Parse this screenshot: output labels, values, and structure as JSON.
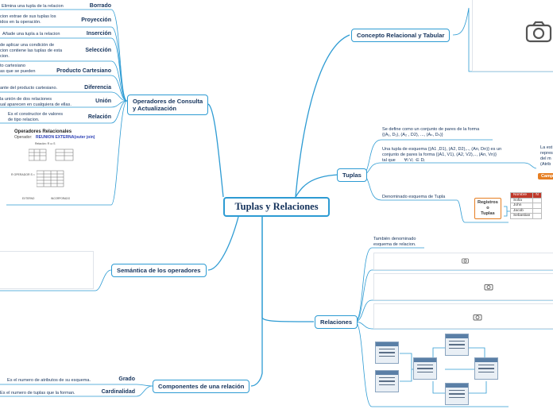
{
  "central": {
    "title": "Tuplas y Relaciones"
  },
  "right": {
    "concepto": {
      "label": "Concepto Relacional y Tabular",
      "image_icon": "camera-icon"
    },
    "tuplas": {
      "label": "Tuplas",
      "def1": "Se define como un conjunto de pares de la forma\n{(A₁, D₁), (A₂ , D2), ..., (Aₙ, Dₙ)}",
      "def2": "Una tupla de esquema {(A1 ,D1), (A2, D2),.., (An, Dn)} es un\nconjunto de pares la forma {(A1, V1), (A2, V2),.., (An, Vn)}\ntal que       ∀i Vᵢ  ∈ Dᵢ",
      "def3": "Denominado esquema de Tupla",
      "side_note": "La est\nrepres\ndel m\n(Atrib",
      "campo": "Camp",
      "registros": "Registros\no\nTuplas",
      "table": {
        "header": [
          "Nombre",
          "N"
        ],
        "rows": [
          [
            "Sofia",
            ""
          ],
          [
            "John",
            ""
          ],
          [
            "Jacob",
            ""
          ],
          [
            "Sebastian",
            ""
          ]
        ]
      }
    },
    "relaciones": {
      "label": "Relaciones",
      "note": "También denominado\nesquema de relacion."
    }
  },
  "left": {
    "operadores": {
      "label": "Operadores de Consulta\ny Actualización",
      "items": [
        {
          "name": "Borrado",
          "desc": "Elimina una tupla de la relacion"
        },
        {
          "name": "Proyección",
          "desc": "cion extrae de sus tuplas los\nidos en la operación."
        },
        {
          "name": "Inserción",
          "desc": "Añade una tupla a la relacion"
        },
        {
          "name": "Selección",
          "desc": "de aplicar una condición de\ncion contiene las tuplas de esta\ncion."
        },
        {
          "name": "Producto Cartesiano",
          "desc": "to cartesiano\nas que se pueden"
        },
        {
          "name": "Diferencia",
          "desc": "ante del producto cartesiano."
        },
        {
          "name": "Unión",
          "desc": "la unión de dos relaciones\nual aparecen en cualquiera de ellas."
        },
        {
          "name": "Relación",
          "desc": "Es el constructor de valores\nde tipo relacion."
        }
      ],
      "sketch": {
        "title": "Operadores Relacionales",
        "operator_label": "Operador:",
        "operator_value": "REUNION EXTERNA(outer join)",
        "rel_label": "Relación: R ⟗ S",
        "rel2_label": "R OPERADOR S =",
        "foot1": "EXTERNO",
        "foot2": "INCORPORADO"
      }
    },
    "semantica": {
      "label": "Semántica de los operadores"
    },
    "componentes": {
      "label": "Componentes de una relación",
      "items": [
        {
          "name": "Grado",
          "desc": "Es el numero de atributos de su esquema."
        },
        {
          "name": "Cardinalidad",
          "desc": "Es el numero de tuplas que la forman."
        }
      ]
    }
  },
  "colors": {
    "line": "#2d9bd3",
    "text": "#15335c",
    "accent": "#e67e22",
    "table_header": "#c0392b"
  }
}
